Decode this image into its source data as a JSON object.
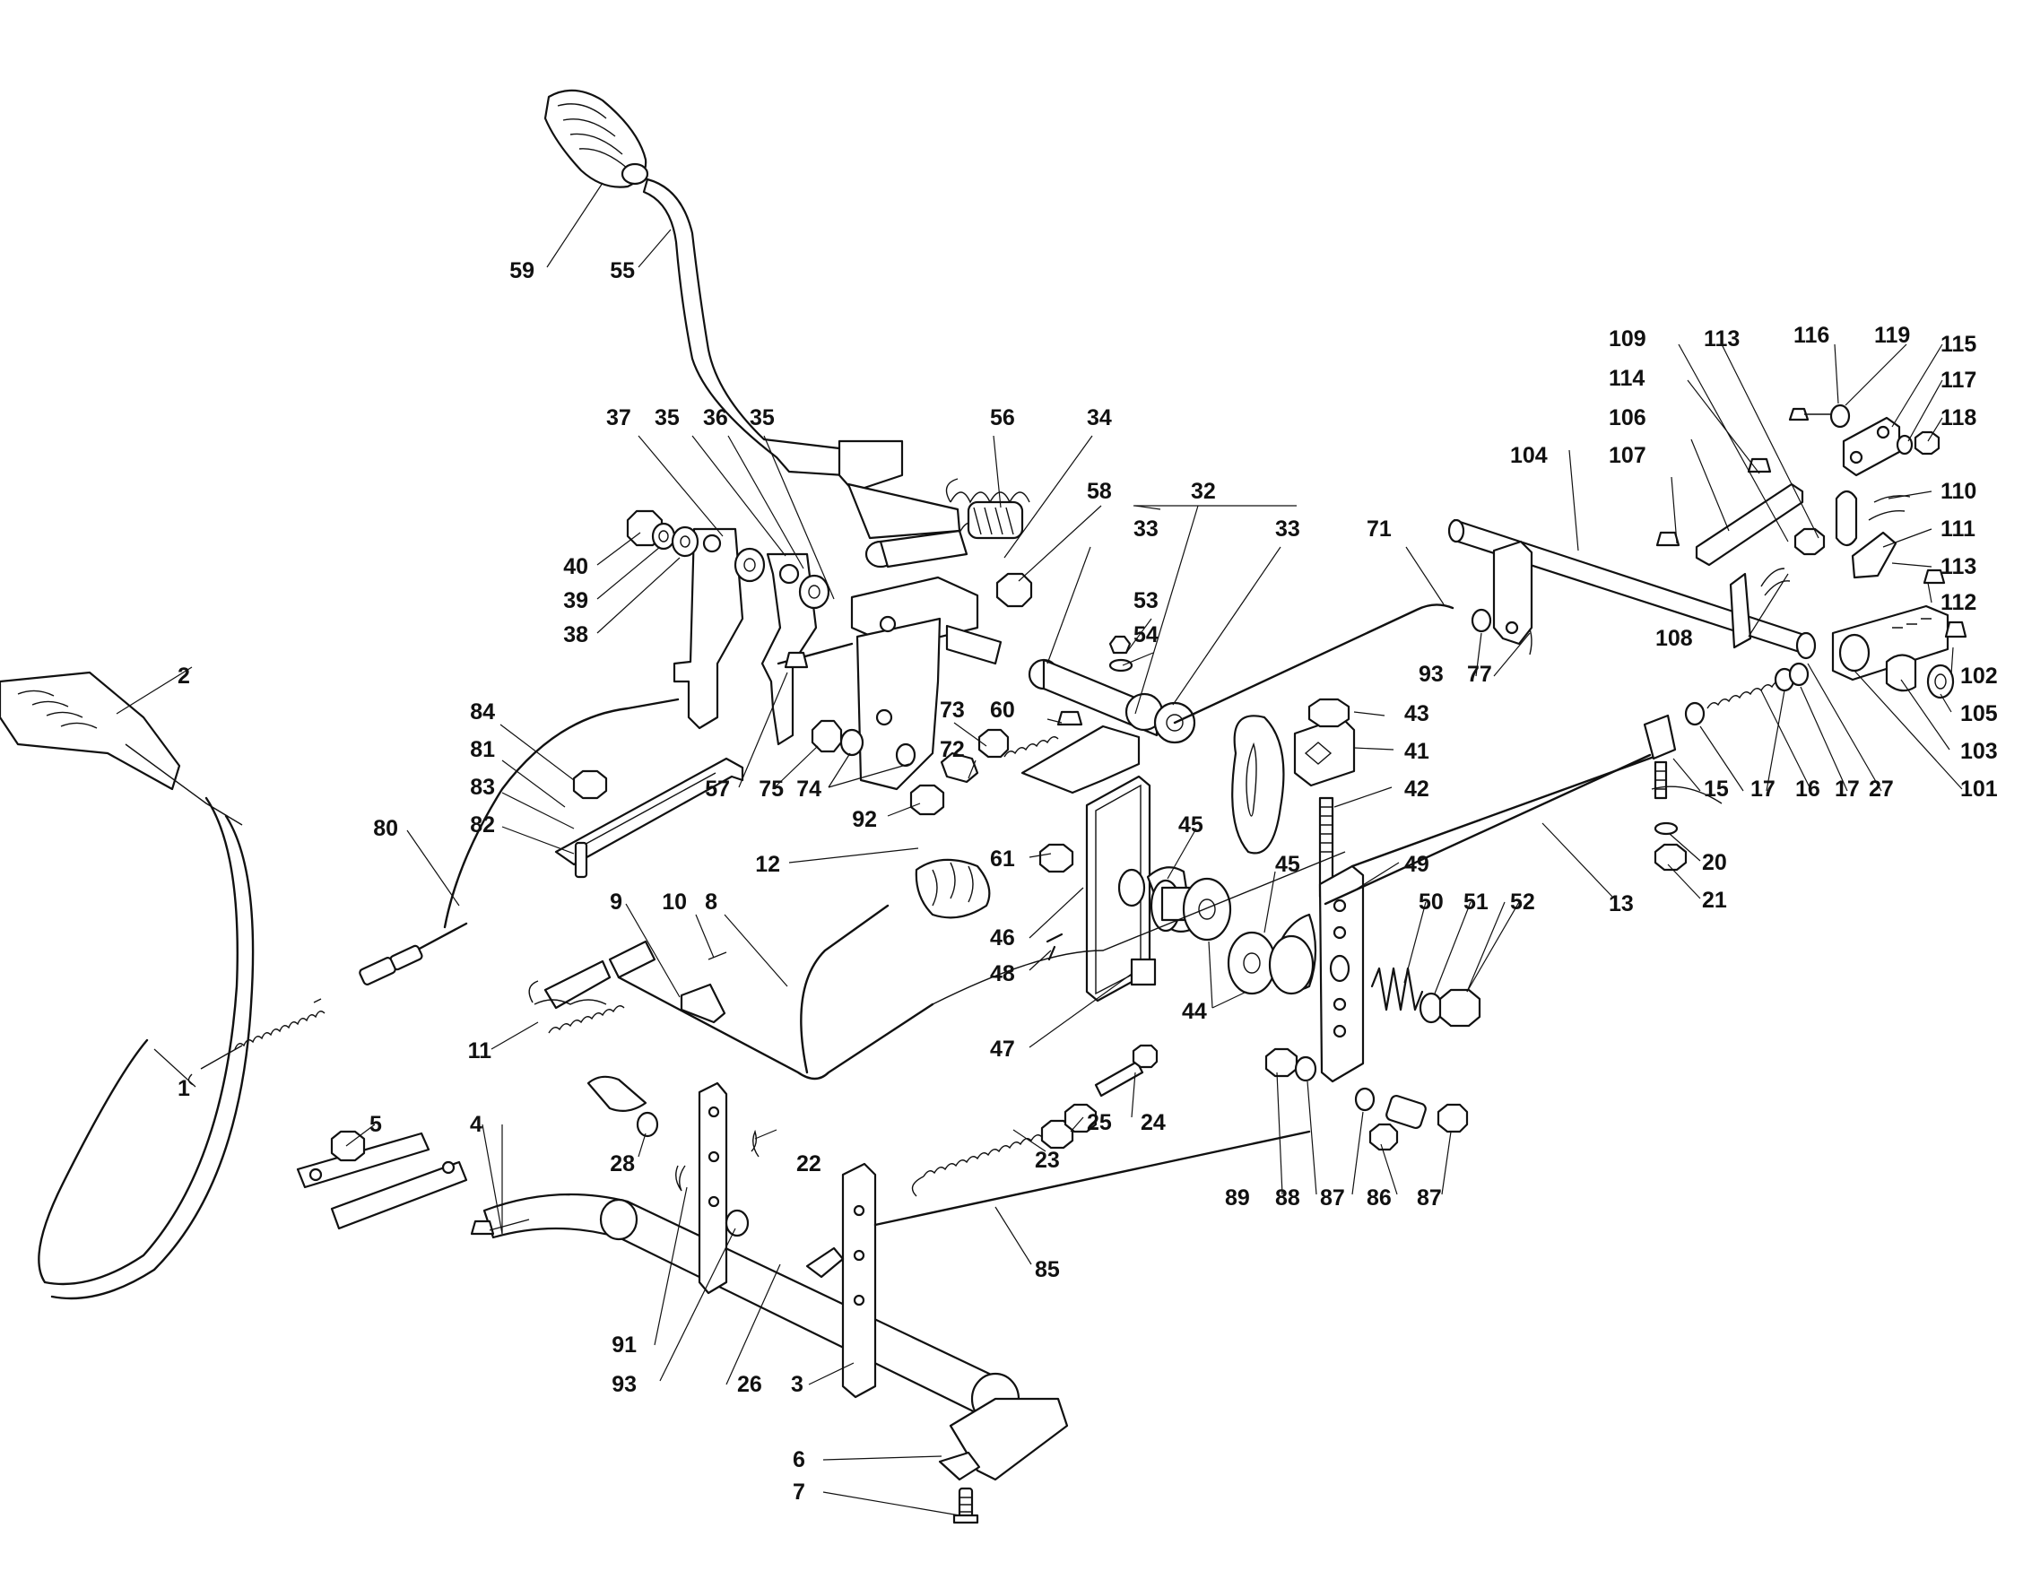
{
  "labels": {
    "l1": "1",
    "l2": "2",
    "l3": "3",
    "l4": "4",
    "l5": "5",
    "l6": "6",
    "l7": "7",
    "l8": "8",
    "l9": "9",
    "l10": "10",
    "l11": "11",
    "l12": "12",
    "l13": "13",
    "l15": "15",
    "l16": "16",
    "l17a": "17",
    "l17b": "17",
    "l20": "20",
    "l21": "21",
    "l22": "22",
    "l23": "23",
    "l24": "24",
    "l25": "25",
    "l26": "26",
    "l27": "27",
    "l28": "28",
    "l32": "32",
    "l33a": "33",
    "l33b": "33",
    "l34": "34",
    "l35a": "35",
    "l35b": "35",
    "l36": "36",
    "l37": "37",
    "l38": "38",
    "l39": "39",
    "l40": "40",
    "l41": "41",
    "l42": "42",
    "l43": "43",
    "l44": "44",
    "l45a": "45",
    "l45b": "45",
    "l46": "46",
    "l47": "47",
    "l48": "48",
    "l49": "49",
    "l50": "50",
    "l51": "51",
    "l52": "52",
    "l53": "53",
    "l54": "54",
    "l55": "55",
    "l56": "56",
    "l57": "57",
    "l58": "58",
    "l59": "59",
    "l60": "60",
    "l61": "61",
    "l71": "71",
    "l72": "72",
    "l73": "73",
    "l74": "74",
    "l75": "75",
    "l77": "77",
    "l80": "80",
    "l81": "81",
    "l82": "82",
    "l83": "83",
    "l84": "84",
    "l85": "85",
    "l86": "86",
    "l87a": "87",
    "l87b": "87",
    "l88": "88",
    "l89": "89",
    "l91": "91",
    "l92": "92",
    "l93a": "93",
    "l93b": "93",
    "l101": "101",
    "l102": "102",
    "l103": "103",
    "l104": "104",
    "l105": "105",
    "l106": "106",
    "l107": "107",
    "l108": "108",
    "l109": "109",
    "l110": "110",
    "l111": "111",
    "l112": "112",
    "l113a": "113",
    "l113b": "113",
    "l114": "114",
    "l115": "115",
    "l116": "116",
    "l117": "117",
    "l118": "118",
    "l119": "119"
  }
}
